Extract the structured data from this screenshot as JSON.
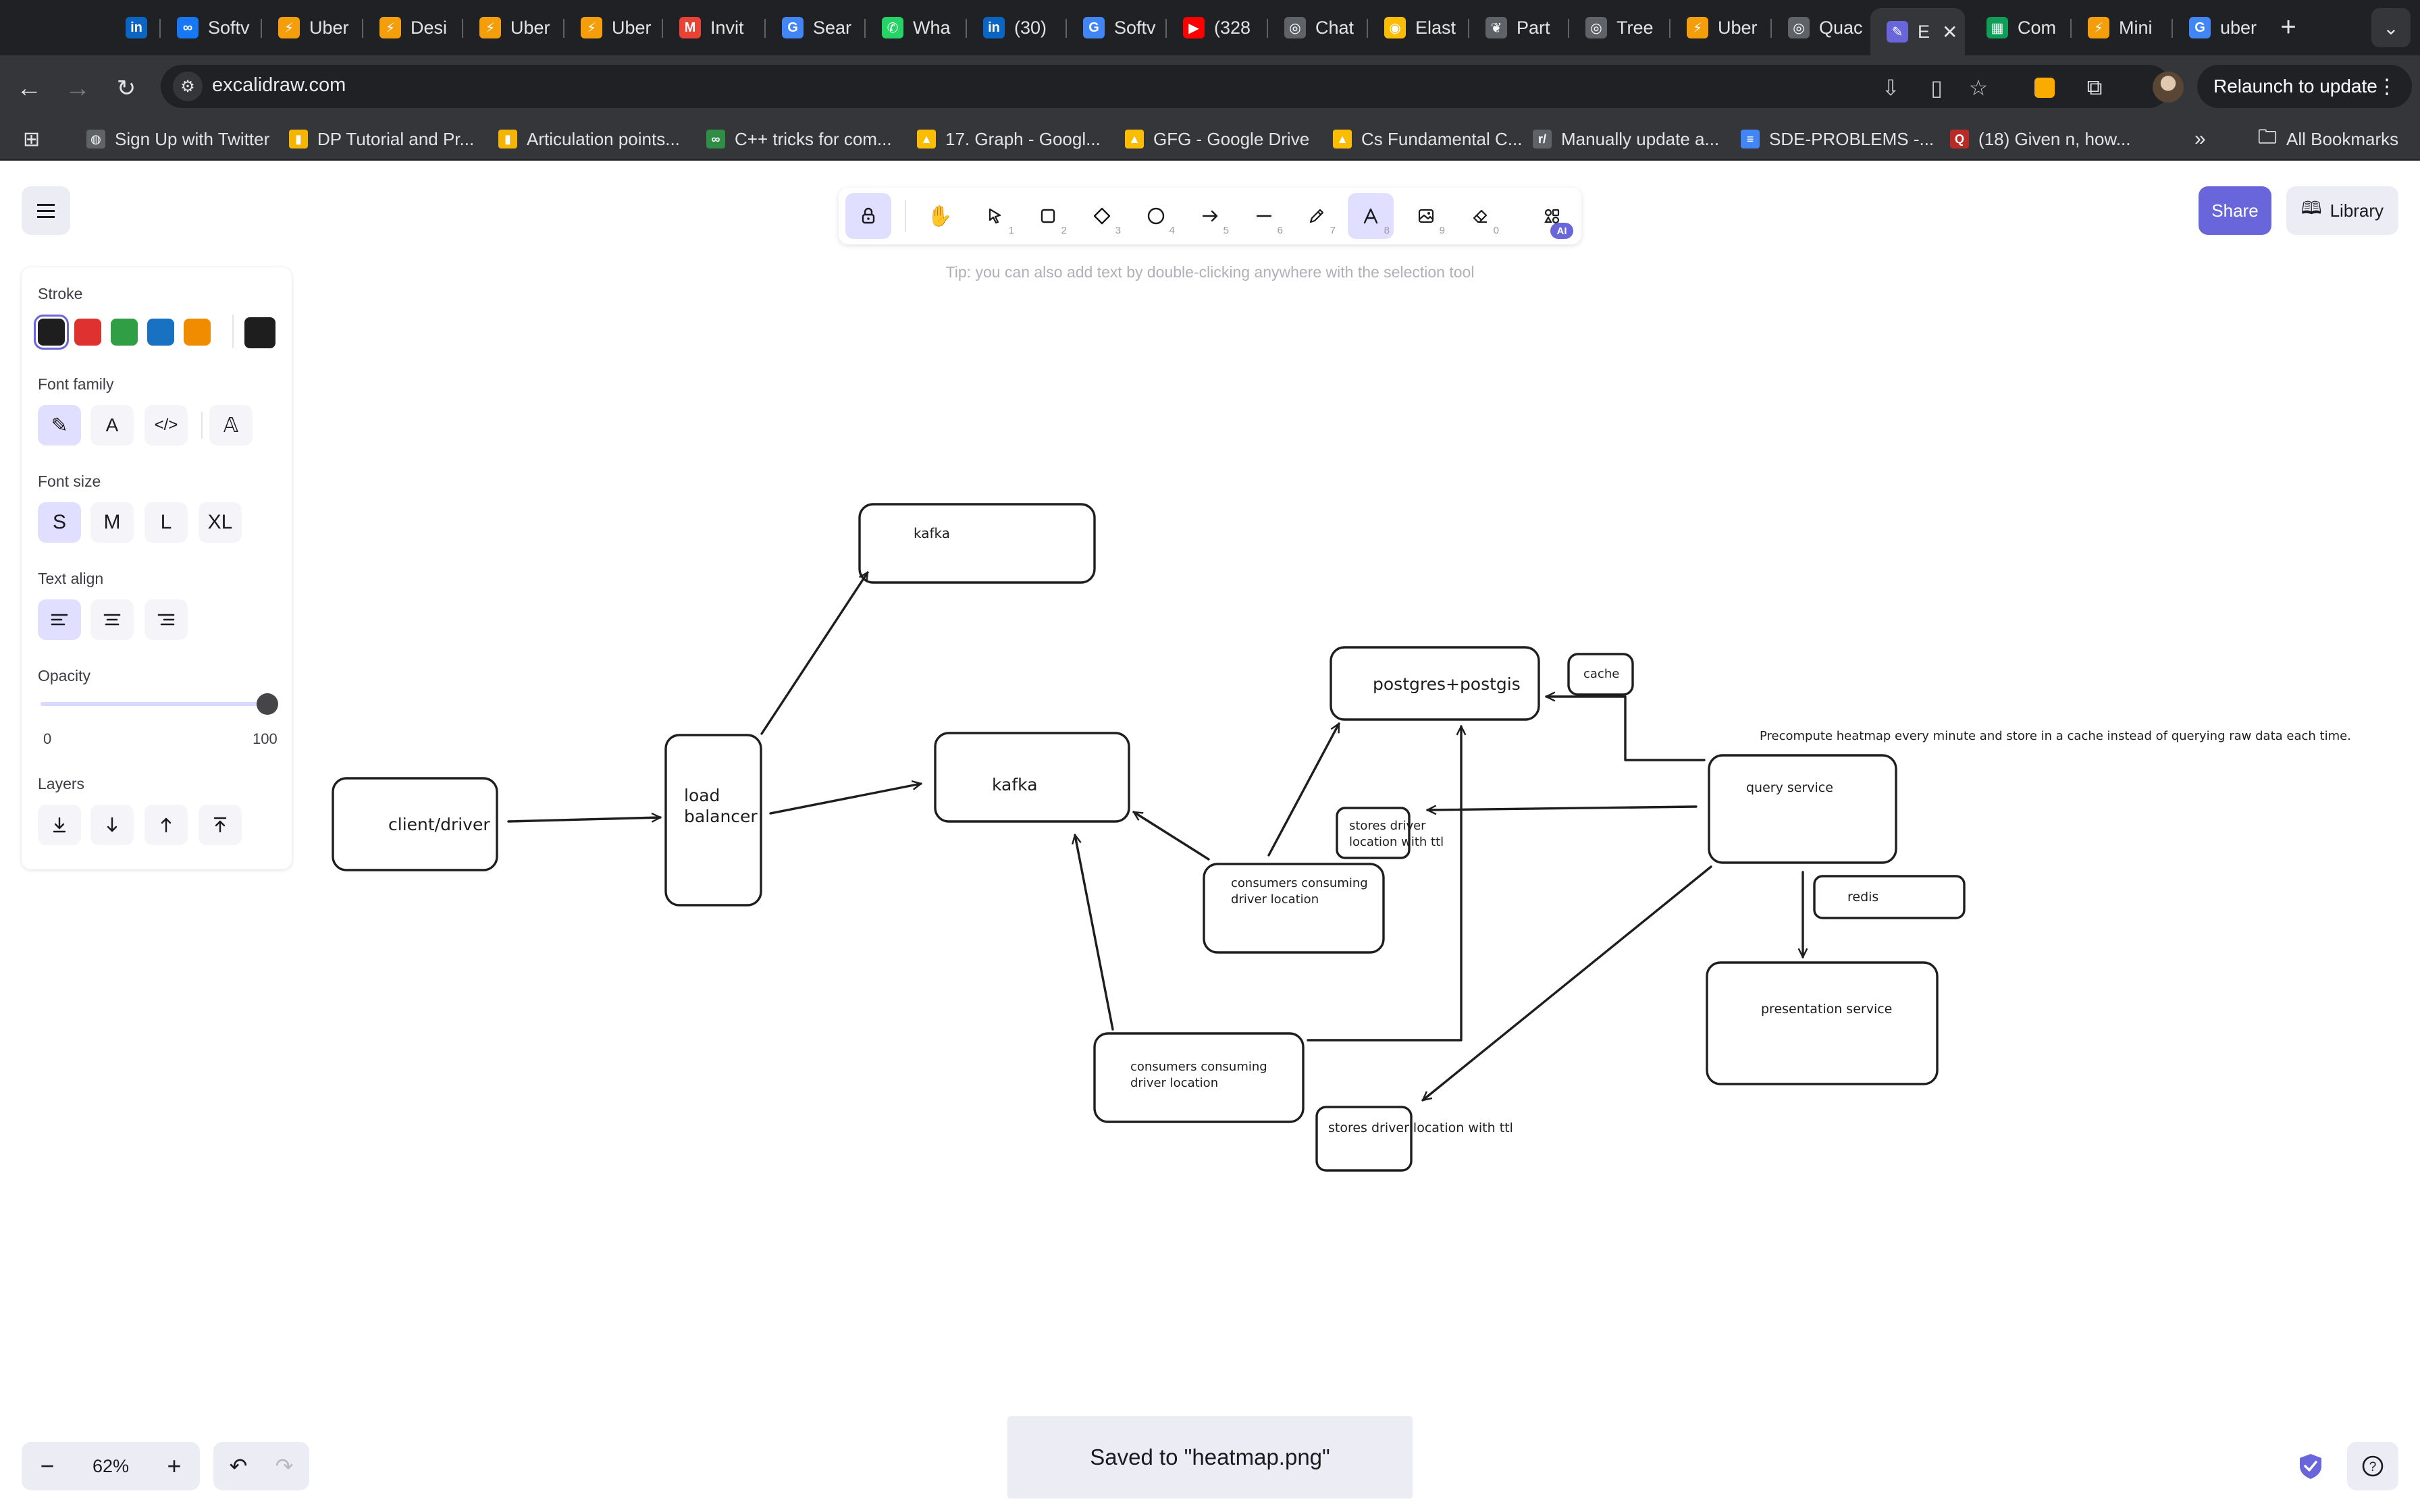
{
  "browser": {
    "tabs": [
      {
        "icon": "linkedin-icon",
        "label": "",
        "color": "#0a66c2",
        "glyph": "in"
      },
      {
        "icon": "meta-icon",
        "label": "Softv",
        "color": "#1877f2",
        "glyph": "∞"
      },
      {
        "icon": "codeforces-icon",
        "label": "Uber",
        "color": "#f59e0b",
        "glyph": "⚡"
      },
      {
        "icon": "codeforces-icon",
        "label": "Desi",
        "color": "#f59e0b",
        "glyph": "⚡"
      },
      {
        "icon": "codeforces-icon",
        "label": "Uber",
        "color": "#f59e0b",
        "glyph": "⚡"
      },
      {
        "icon": "codeforces-icon",
        "label": "Uber",
        "color": "#f59e0b",
        "glyph": "⚡"
      },
      {
        "icon": "gmail-icon",
        "label": "Invit",
        "color": "#ea4335",
        "glyph": "M"
      },
      {
        "icon": "google-icon",
        "label": "Sear",
        "color": "#4285f4",
        "glyph": "G"
      },
      {
        "icon": "whatsapp-icon",
        "label": "Wha",
        "color": "#25d366",
        "glyph": "✆"
      },
      {
        "icon": "linkedin-icon",
        "label": "(30)",
        "color": "#0a66c2",
        "glyph": "in"
      },
      {
        "icon": "google-icon",
        "label": "Softv",
        "color": "#4285f4",
        "glyph": "G"
      },
      {
        "icon": "youtube-icon",
        "label": "(328",
        "color": "#ff0000",
        "glyph": "▶"
      },
      {
        "icon": "chatgpt-icon",
        "label": "Chat",
        "color": "#5f6368",
        "glyph": "◎"
      },
      {
        "icon": "maps-pin-icon",
        "label": "Elast",
        "color": "#fbbc04",
        "glyph": "◉"
      },
      {
        "icon": "bird-icon",
        "label": "Part",
        "color": "#5f6368",
        "glyph": "❦"
      },
      {
        "icon": "chatgpt-icon",
        "label": "Tree",
        "color": "#5f6368",
        "glyph": "◎"
      },
      {
        "icon": "codeforces-icon",
        "label": "Uber",
        "color": "#f59e0b",
        "glyph": "⚡"
      },
      {
        "icon": "chatgpt-icon",
        "label": "Quac",
        "color": "#5f6368",
        "glyph": "◎"
      },
      {
        "icon": "excalidraw-icon",
        "label": "E",
        "color": "#6965db",
        "glyph": "✎",
        "active": true
      },
      {
        "icon": "sheets-icon",
        "label": "Com",
        "color": "#0f9d58",
        "glyph": "▦"
      },
      {
        "icon": "codeforces-icon",
        "label": "Mini",
        "color": "#f59e0b",
        "glyph": "⚡"
      },
      {
        "icon": "google-icon",
        "label": "uber",
        "color": "#4285f4",
        "glyph": "G"
      }
    ],
    "url": "excalidraw.com",
    "relaunch_label": "Relaunch to update",
    "bookmarks": [
      {
        "label": "Sign Up with Twitter",
        "color": "#5f6368",
        "glyph": "◍"
      },
      {
        "label": "DP Tutorial and Pr...",
        "color": "#f4b400",
        "glyph": "▮"
      },
      {
        "label": "Articulation points...",
        "color": "#f4b400",
        "glyph": "▮"
      },
      {
        "label": "C++ tricks for com...",
        "color": "#2f8d46",
        "glyph": "∞"
      },
      {
        "label": "17. Graph - Googl...",
        "color": "#fbbc04",
        "glyph": "▲"
      },
      {
        "label": "GFG - Google Drive",
        "color": "#fbbc04",
        "glyph": "▲"
      },
      {
        "label": "Cs Fundamental C...",
        "color": "#fbbc04",
        "glyph": "▲"
      },
      {
        "label": "Manually update a...",
        "color": "#5f6368",
        "glyph": "r/"
      },
      {
        "label": "SDE-PROBLEMS -...",
        "color": "#4285f4",
        "glyph": "≡"
      },
      {
        "label": "(18) Given n, how...",
        "color": "#b92b27",
        "glyph": "Q"
      }
    ],
    "all_bookmarks_label": "All Bookmarks"
  },
  "excalidraw": {
    "tip": "Tip: you can also add text by double-clicking anywhere with the selection tool",
    "share_label": "Share",
    "library_label": "Library",
    "tools": [
      {
        "name": "lock-tool",
        "key": ""
      },
      {
        "name": "hand-tool",
        "key": ""
      },
      {
        "name": "selection-tool",
        "key": "1"
      },
      {
        "name": "rectangle-tool",
        "key": "2"
      },
      {
        "name": "diamond-tool",
        "key": "3"
      },
      {
        "name": "ellipse-tool",
        "key": "4"
      },
      {
        "name": "arrow-tool",
        "key": "5"
      },
      {
        "name": "line-tool",
        "key": "6"
      },
      {
        "name": "draw-tool",
        "key": "7"
      },
      {
        "name": "text-tool",
        "key": "8"
      },
      {
        "name": "image-tool",
        "key": "9"
      },
      {
        "name": "eraser-tool",
        "key": "0"
      },
      {
        "name": "more-tools",
        "key": ""
      }
    ],
    "ai_badge": "AI",
    "props": {
      "stroke_label": "Stroke",
      "stroke_colors": [
        "#1e1e1e",
        "#e03131",
        "#2f9e44",
        "#1971c2",
        "#f08c00"
      ],
      "current_stroke": "#1e1e1e",
      "font_family_label": "Font family",
      "font_size_label": "Font size",
      "font_sizes": [
        "S",
        "M",
        "L",
        "XL"
      ],
      "text_align_label": "Text align",
      "opacity_label": "Opacity",
      "opacity_min": "0",
      "opacity_max": "100",
      "opacity_value": 100,
      "layers_label": "Layers"
    },
    "zoom": "62%",
    "toast": "Saved to \"heatmap.png\""
  },
  "diagram": {
    "nodes": {
      "kafka_top": "kafka",
      "client": "client/driver",
      "lb_line1": "load",
      "lb_line2": "balancer",
      "kafka_mid": "kafka",
      "postgres": "postgres+postgis",
      "cache": "cache",
      "note": "Precompute heatmap every minute and store in a cache instead of querying raw data each time.",
      "query": "query service",
      "stores1_line1": "stores driver",
      "stores1_line2": "location with ttl",
      "consumers1_line1": "consumers consuming",
      "consumers1_line2": "driver location",
      "redis": "redis",
      "presentation": "presentation service",
      "consumers2_line1": "consumers consuming",
      "consumers2_line2": "driver location",
      "stores2": "stores driver location with ttl"
    }
  }
}
